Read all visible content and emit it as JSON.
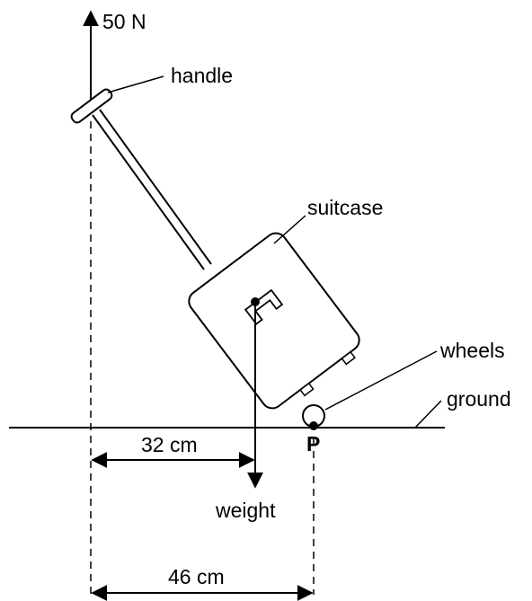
{
  "labels": {
    "force_value": "50 N",
    "handle": "handle",
    "suitcase": "suitcase",
    "wheels": "wheels",
    "ground": "ground",
    "pivot": "P",
    "weight": "weight",
    "dist_short": "32 cm",
    "dist_long": "46 cm"
  }
}
